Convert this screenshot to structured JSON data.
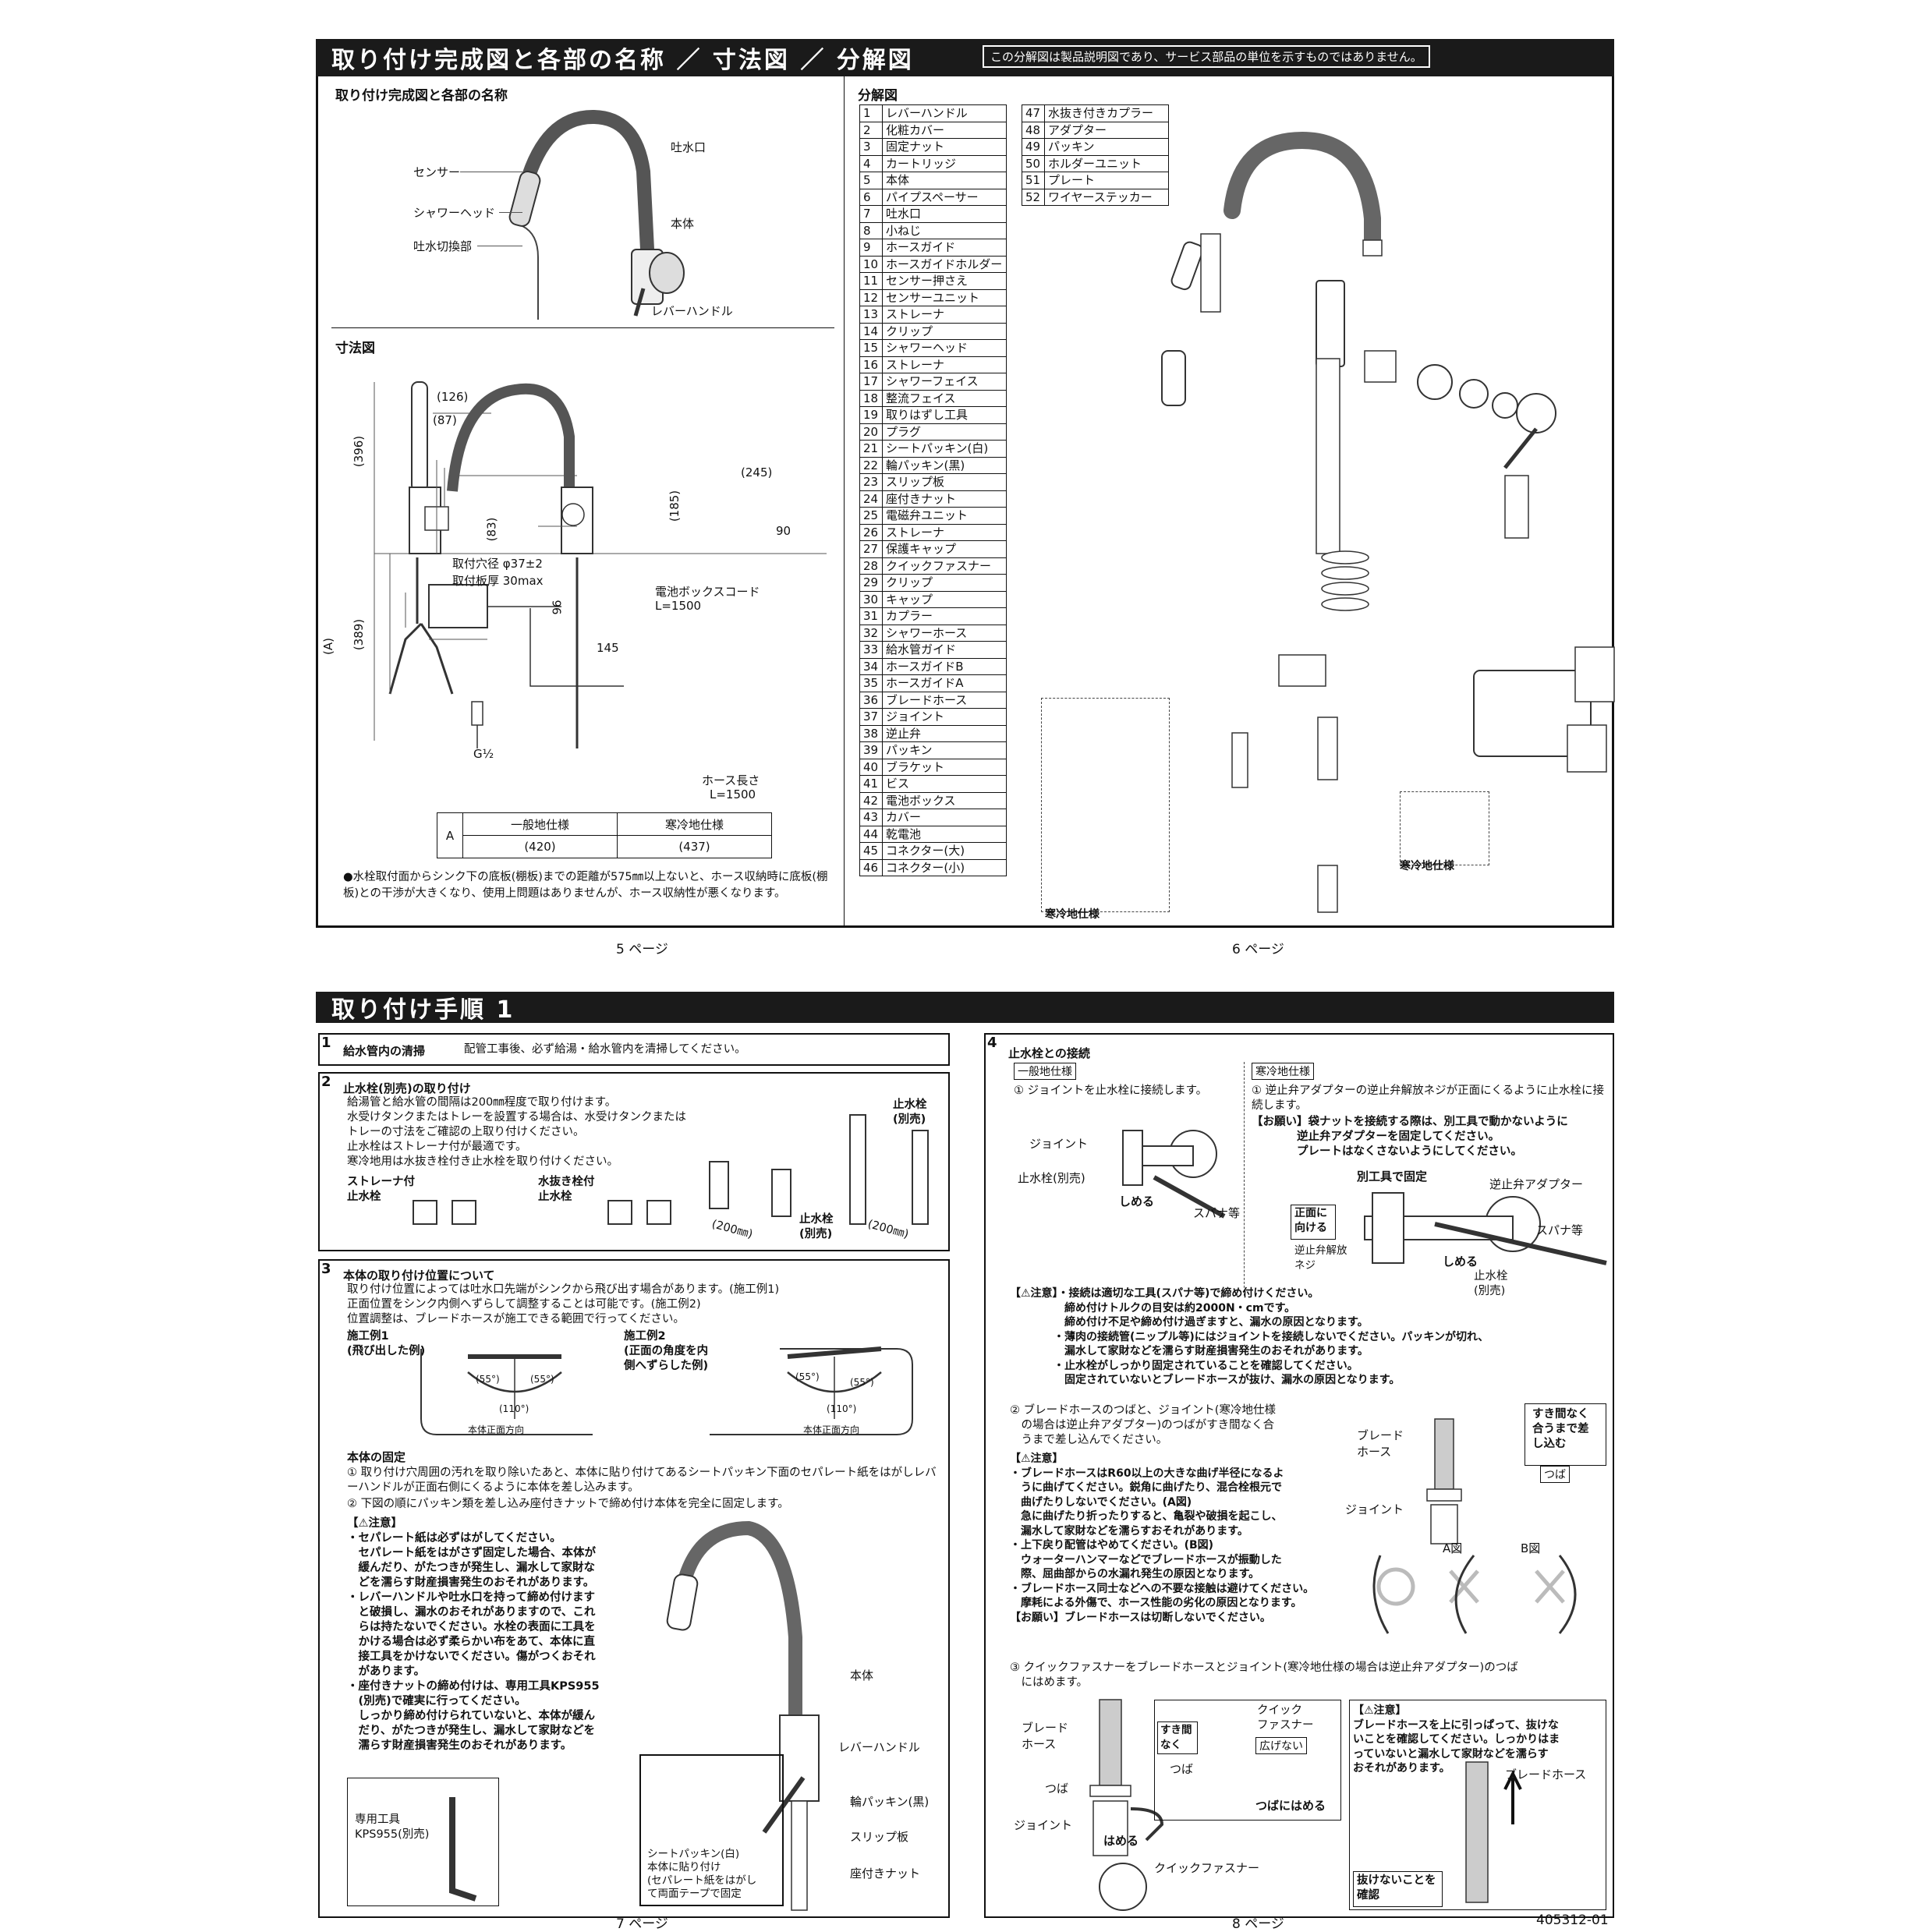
{
  "top": {
    "title": "取り付け完成図と各部の名称 ／ 寸法図 ／ 分解図",
    "disclaimer": "この分解図は製品説明図であり、サービス部品の単位を示すものではありません。",
    "assembly": {
      "heading": "取り付け完成図と各部の名称",
      "labels": {
        "sensor": "センサー",
        "spout": "吐水口",
        "shower_head": "シャワーヘッド",
        "body": "本体",
        "switch": "吐水切換部",
        "lever": "レバーハンドル"
      }
    },
    "dimensions": {
      "heading": "寸法図",
      "d126": "(126)",
      "d87": "(87)",
      "d396": "(396)",
      "d83": "(83)",
      "d245": "(245)",
      "d185": "(185)",
      "d90": "90",
      "d389": "(389)",
      "dA": "(A)",
      "hole": "取付穴径 φ37±2",
      "plate": "取付板厚 30max",
      "cord_label": "電池ボックスコード",
      "cord_len": "L=1500",
      "d96": "96",
      "d145": "145",
      "g": "G½",
      "hose_label": "ホース長さ",
      "hose_len": "L=1500",
      "table": {
        "a": "A",
        "col1": "一般地仕様",
        "col2": "寒冷地仕様",
        "v1": "(420)",
        "v2": "(437)"
      },
      "note": "●水栓取付面からシンク下の底板(棚板)までの距離が575㎜以上ないと、ホース収納時に底板(棚板)との干渉が大きくなり、使用上問題はありませんが、ホース収納性が悪くなります。"
    },
    "exploded": {
      "heading": "分解図",
      "parts_left": [
        [
          "1",
          "レバーハンドル"
        ],
        [
          "2",
          "化粧カバー"
        ],
        [
          "3",
          "固定ナット"
        ],
        [
          "4",
          "カートリッジ"
        ],
        [
          "5",
          "本体"
        ],
        [
          "6",
          "パイプスペーサー"
        ],
        [
          "7",
          "吐水口"
        ],
        [
          "8",
          "小ねじ"
        ],
        [
          "9",
          "ホースガイド"
        ],
        [
          "10",
          "ホースガイドホルダー"
        ],
        [
          "11",
          "センサー押さえ"
        ],
        [
          "12",
          "センサーユニット"
        ],
        [
          "13",
          "ストレーナ"
        ],
        [
          "14",
          "クリップ"
        ],
        [
          "15",
          "シャワーヘッド"
        ],
        [
          "16",
          "ストレーナ"
        ],
        [
          "17",
          "シャワーフェイス"
        ],
        [
          "18",
          "整流フェイス"
        ],
        [
          "19",
          "取りはずし工具"
        ],
        [
          "20",
          "プラグ"
        ],
        [
          "21",
          "シートパッキン(白)"
        ],
        [
          "22",
          "輪パッキン(黒)"
        ],
        [
          "23",
          "スリップ板"
        ],
        [
          "24",
          "座付きナット"
        ],
        [
          "25",
          "電磁弁ユニット"
        ],
        [
          "26",
          "ストレーナ"
        ],
        [
          "27",
          "保護キャップ"
        ],
        [
          "28",
          "クイックファスナー"
        ],
        [
          "29",
          "クリップ"
        ],
        [
          "30",
          "キャップ"
        ],
        [
          "31",
          "カプラー"
        ],
        [
          "32",
          "シャワーホース"
        ],
        [
          "33",
          "給水管ガイド"
        ],
        [
          "34",
          "ホースガイドB"
        ],
        [
          "35",
          "ホースガイドA"
        ],
        [
          "36",
          "ブレードホース"
        ],
        [
          "37",
          "ジョイント"
        ],
        [
          "38",
          "逆止弁"
        ],
        [
          "39",
          "パッキン"
        ],
        [
          "40",
          "ブラケット"
        ],
        [
          "41",
          "ビス"
        ],
        [
          "42",
          "電池ボックス"
        ],
        [
          "43",
          "カバー"
        ],
        [
          "44",
          "乾電池"
        ],
        [
          "45",
          "コネクター(大)"
        ],
        [
          "46",
          "コネクター(小)"
        ]
      ],
      "parts_right": [
        [
          "47",
          "水抜き付きカプラー"
        ],
        [
          "48",
          "アダプター"
        ],
        [
          "49",
          "パッキン"
        ],
        [
          "50",
          "ホルダーユニット"
        ],
        [
          "51",
          "プレート"
        ],
        [
          "52",
          "ワイヤーステッカー"
        ]
      ],
      "cold_label": "寒冷地仕様",
      "cold_label2": "寒冷地仕様"
    },
    "page5": "5 ページ",
    "page6": "6 ページ"
  },
  "bottom": {
    "title": "取り付け手順 1",
    "s1": {
      "num": "1",
      "heading": "給水管内の清掃",
      "text": "配管工事後、必ず給湯・給水管内を清掃してください。"
    },
    "s2": {
      "num": "2",
      "heading": "止水栓(別売)の取り付け",
      "lines": [
        "給湯管と給水管の間隔は200㎜程度で取り付けます。",
        "水受けタンクまたはトレーを設置する場合は、水受けタンクまたは",
        "トレーの寸法をご確認の上取り付けください。",
        "止水栓はストレーナ付が最適です。",
        "寒冷地用は水抜き栓付き止水栓を取り付けください。"
      ],
      "strainer": "ストレーナ付\n止水栓",
      "drain": "水抜き栓付\n止水栓",
      "stop1": "止水栓\n(別売)",
      "stop2": "止水栓\n(別売)",
      "d200a": "(200㎜)",
      "d200b": "(200㎜)"
    },
    "s3": {
      "num": "3",
      "heading": "本体の取り付け位置について",
      "lines": [
        "取り付け位置によっては吐水口先端がシンクから飛び出す場合があります。(施工例1)",
        "正面位置をシンク内側へずらして調整することは可能です。(施工例2)",
        "位置調整は、ブレードホースが施工できる範囲で行ってください。"
      ],
      "ex1": "施工例1\n(飛び出した例)",
      "ex2": "施工例2\n(正面の角度を内\n側へずらした例)",
      "a55": "(55°)",
      "a110": "(110°)",
      "front": "本体正面方向",
      "fix_heading": "本体の固定",
      "fix1": "① 取り付け穴周囲の汚れを取り除いたあと、本体に貼り付けてあるシートパッキン下面のセパレート紙をはがしレバーハンドルが正面右側にくるように本体を差し込みます。",
      "fix2": "② 下図の順にパッキン類を差し込み座付きナットで締め付け本体を完全に固定します。",
      "caution": "【⚠注意】",
      "cautions": [
        "・セパレート紙は必ずはがしてください。",
        "　セパレート紙をはがさず固定した場合、本体が",
        "　緩んだり、がたつきが発生し、漏水して家財な",
        "　どを濡らす財産損害発生のおそれがあります。",
        "・レバーハンドルや吐水口を持って締め付けます",
        "　と破損し、漏水のおそれがありますので、これ",
        "　らは持たないでください。水栓の表面に工具を",
        "　かける場合は必ず柔らかい布をあて、本体に直",
        "　接工具をかけないでください。傷がつくおそれ",
        "　があります。",
        "・座付きナットの締め付けは、専用工具KPS955",
        "　(別売)で確実に行ってください。",
        "　しっかり締め付けられていないと、本体が緩ん",
        "　だり、がたつきが発生し、漏水して家財などを",
        "　濡らす財産損害発生のおそれがあります。"
      ],
      "tool": "専用工具\nKPS955(別売)",
      "body": "本体",
      "lever": "レバーハンドル",
      "seat": "シートパッキン(白)\n本体に貼り付け\n(セパレート紙をはがし\nて両面テープで固定",
      "ring": "輪パッキン(黒)",
      "slip": "スリップ板",
      "nut": "座付きナット"
    },
    "s4": {
      "num": "4",
      "heading": "止水栓との接続",
      "general": "一般地仕様",
      "cold": "寒冷地仕様",
      "g1": "① ジョイントを止水栓に接続します。",
      "c1": "① 逆止弁アダプターの逆止弁解放ネジが正面にくるように止水栓に接続します。",
      "request": "【お願い】袋ナットを接続する際は、別工具で動かないように\n　　　　逆止弁アダプターを固定してください。\n　　　　プレートはなくさないようにしてください。",
      "joint": "ジョイント",
      "stopv": "止水栓(別売)",
      "tighten": "しめる",
      "spanner": "スパナ等",
      "sep_tool": "別工具で固定",
      "check_adapter": "逆止弁アダプター",
      "face": "正面に\n向ける",
      "release": "逆止弁解放\nネジ",
      "tighten2": "しめる",
      "spanner2": "スパナ等",
      "stopv2": "止水栓\n(別売)",
      "caution_lines": [
        "【⚠注意】・接続は適切な工具(スパナ等)で締め付けください。",
        "　　　　　締め付けトルクの目安は約2000N・cmです。",
        "　　　　　締め付け不足や締め付け過ぎますと、漏水の原因となります。",
        "　　　　・薄肉の接続管(ニップル等)にはジョイントを接続しないでください。パッキンが切れ、",
        "　　　　　漏水して家財などを濡らす財産損害発生のおそれがあります。",
        "　　　　・止水栓がしっかり固定されていることを確認してください。",
        "　　　　　固定されていないとブレードホースが抜け、漏水の原因となります。"
      ],
      "s2_lines": [
        "② ブレードホースのつばと、ジョイント(寒冷地仕様",
        "　の場合は逆止弁アダプター)のつばがすき間なく合",
        "　うまで差し込んでください。"
      ],
      "c2_lines": [
        "【⚠注意】",
        "・ブレードホースはR60以上の大きな曲げ半径になるよ",
        "　うに曲げてください。鋭角に曲げたり、混合栓根元で",
        "　曲げたりしないでください。(A図)",
        "　急に曲げたり折ったりすると、亀裂や破損を起こし、",
        "　漏水して家財などを濡らすおそれがあります。",
        "・上下戻り配管はやめてください。(B図)",
        "　ウォーターハンマーなどでブレードホースが振動した",
        "　際、屈曲部からの水漏れ発生の原因となります。",
        "・ブレードホース同士などへの不要な接触は避けてください。",
        "　摩耗による外傷で、ホース性能の劣化の原因となります。",
        "【お願い】ブレードホースは切断しないでください。"
      ],
      "braid": "ブレード\nホース",
      "joint2": "ジョイント",
      "gap": "すき間なく\n合うまで差\nし込む",
      "flange": "つば",
      "figA": "A図",
      "figB": "B図",
      "s3_line": "③ クイックファスナーをブレードホースとジョイント(寒冷地仕様の場合は逆止弁アダプター)のつば\n　にはめます。",
      "braid2": "ブレード\nホース",
      "flange2": "つば",
      "joint3": "ジョイント",
      "fit": "はめる",
      "qf": "クイックファスナー",
      "nogap": "すき間\nなく",
      "qf2": "クイック\nファスナー",
      "nospread": "広げない",
      "flange3": "つば",
      "fit_flange": "つばにはめる",
      "c3_lines": [
        "【⚠注意】",
        "ブレードホースを上に引っぱって、抜けな",
        "いことを確認してください。しっかりはま",
        "っていないと漏水して家財などを濡らす",
        "おそれがあります。"
      ],
      "braid3": "ブレードホース",
      "confirm": "抜けないことを\n確認"
    },
    "page7": "7 ページ",
    "page8": "8 ページ",
    "docno": "405312-01"
  }
}
